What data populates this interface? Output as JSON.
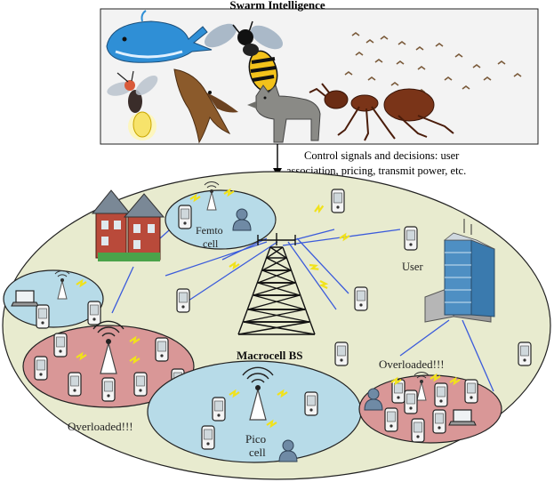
{
  "title": "Swarm Intelligence",
  "control_text": {
    "line1": "Control signals and decisions: user",
    "line2": "association, pricing, transmit power, etc."
  },
  "labels": {
    "femto_line1": "Femto",
    "femto_line2": "cell",
    "user": "User",
    "macrocell": "Macrocell BS",
    "pico_line1": "Pico",
    "pico_line2": "cell",
    "overloaded_left": "Overloaded!!!",
    "overloaded_right": "Overloaded!!!"
  },
  "animals": [
    "whale-icon",
    "bee-icon",
    "birds-flock-icon",
    "firefly-icon",
    "hawk-icon",
    "wolf-icon",
    "ant-icon"
  ],
  "colors": {
    "macro_area": "#e8ebcf",
    "small_cell_blue": "#b7dbe8",
    "overloaded_red": "#d99797",
    "link_blue": "#3b5bdb",
    "lightning": "#f1e21a"
  }
}
